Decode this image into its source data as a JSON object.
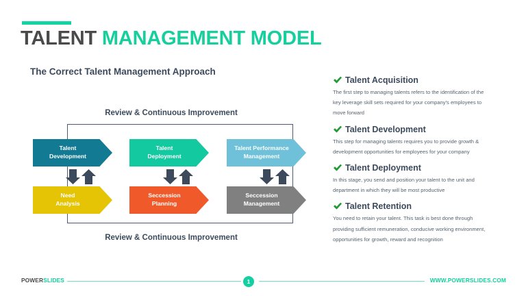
{
  "header": {
    "title_part1": "TALENT ",
    "title_part2": "MANAGEMENT MODEL",
    "subtitle": "The Correct Talent Management Approach",
    "accent_color": "#14d4a4"
  },
  "diagram": {
    "caption_top": "Review & Continuous Improvement",
    "caption_bottom": "Review & Continuous Improvement",
    "frame_color": "#4a5a72",
    "arrow_color": "#3d4a5c",
    "boxes": [
      {
        "label": "Talent\nDevelopment",
        "line1": "Talent",
        "line2": "Development",
        "color": "#137a93",
        "row": "top",
        "column": 1
      },
      {
        "label": "Talent\nDeployment",
        "line1": "Talent",
        "line2": "Deployment",
        "color": "#13c9a0",
        "row": "top",
        "column": 2
      },
      {
        "label": "Talent Performance\nManagement",
        "line1": "Talent Performance",
        "line2": "Management",
        "color": "#6ec1d8",
        "row": "top",
        "column": 3
      },
      {
        "label": "Need\nAnalysis",
        "line1": "Need",
        "line2": "Analysis",
        "color": "#e5c305",
        "row": "bottom",
        "column": 1
      },
      {
        "label": "Seccession\nPlanning",
        "line1": "Seccession",
        "line2": "Planning",
        "color": "#f05a2a",
        "row": "bottom",
        "column": 2
      },
      {
        "label": "Seccession\nManagement",
        "line1": "Seccession",
        "line2": "Management",
        "color": "#808080",
        "row": "bottom",
        "column": 3
      }
    ]
  },
  "panel": {
    "check_color": "#1f9b33",
    "items": [
      {
        "title": "Talent Acquisition",
        "body": "The first step to managing talents refers to the identification of the key leverage skill sets required for your company's employees to move forward"
      },
      {
        "title": "Talent Development",
        "body": "This step for managing talents requires you to provide growth & development opportunities for employees for your company"
      },
      {
        "title": "Talent Deployment",
        "body": "In this stage, you send and position your talent to the unit and department in which they will be most productive"
      },
      {
        "title": "Talent Retention",
        "body": "You need to retain your talent. This task is best done through providing sufficient remuneration, conducive working environment, opportunities for growth, reward and recognition"
      }
    ]
  },
  "footer": {
    "logo_part1": "POWER",
    "logo_part2": "SLIDES",
    "page_number": "1",
    "site_url": "WWW.POWERSLIDES.COM",
    "rule_color": "#6fe0c4"
  }
}
